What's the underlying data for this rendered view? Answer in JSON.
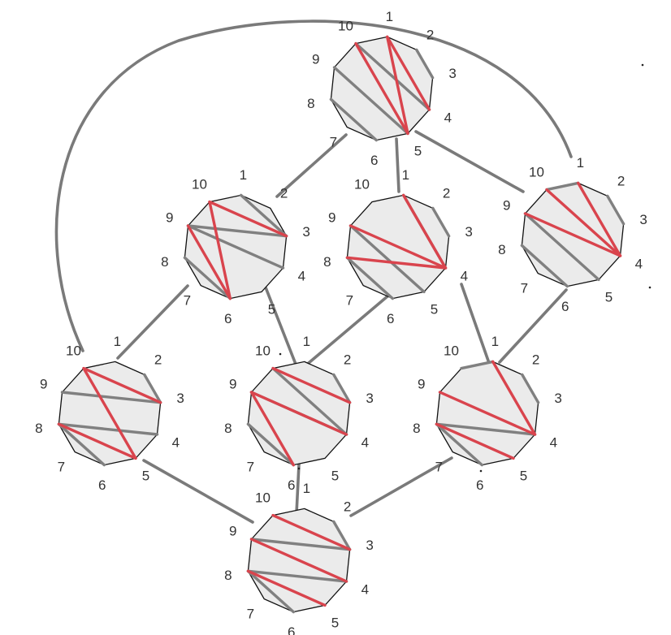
{
  "vertex_labels": [
    "1",
    "2",
    "3",
    "4",
    "5",
    "6",
    "7",
    "8",
    "9",
    "10"
  ],
  "colors": {
    "diagonal_gray": "#808080",
    "diagonal_red": "#d9444d",
    "connector": "#7a7a7a",
    "polygon_fill": "#ebebeb"
  },
  "triangulations": [
    {
      "id": "A",
      "gray": [
        [
          2,
          3
        ],
        [
          4,
          10
        ],
        [
          5,
          9
        ],
        [
          6,
          8
        ]
      ],
      "red": [
        [
          1,
          4
        ],
        [
          1,
          5
        ],
        [
          5,
          10
        ]
      ]
    },
    {
      "id": "B",
      "gray": [
        [
          1,
          3
        ],
        [
          3,
          9
        ],
        [
          4,
          9
        ],
        [
          6,
          8
        ]
      ],
      "red": [
        [
          3,
          10
        ],
        [
          6,
          10
        ],
        [
          6,
          9
        ]
      ]
    },
    {
      "id": "C",
      "gray": [
        [
          2,
          3
        ],
        [
          1,
          4
        ],
        [
          5,
          9
        ],
        [
          6,
          8
        ]
      ],
      "red": [
        [
          1,
          4
        ],
        [
          4,
          9
        ],
        [
          4,
          8
        ]
      ]
    },
    {
      "id": "D",
      "gray": [
        [
          2,
          3
        ],
        [
          1,
          10
        ],
        [
          5,
          9
        ],
        [
          6,
          8
        ]
      ],
      "red": [
        [
          1,
          4
        ],
        [
          4,
          10
        ],
        [
          4,
          9
        ]
      ]
    },
    {
      "id": "E",
      "gray": [
        [
          2,
          3
        ],
        [
          3,
          9
        ],
        [
          4,
          8
        ],
        [
          6,
          8
        ]
      ],
      "red": [
        [
          3,
          10
        ],
        [
          5,
          10
        ],
        [
          5,
          8
        ]
      ]
    },
    {
      "id": "F",
      "gray": [
        [
          2,
          3
        ],
        [
          4,
          10
        ],
        [
          4,
          9
        ],
        [
          6,
          8
        ]
      ],
      "red": [
        [
          3,
          10
        ],
        [
          4,
          9
        ],
        [
          6,
          9
        ]
      ]
    },
    {
      "id": "G",
      "gray": [
        [
          2,
          3
        ],
        [
          1,
          10
        ],
        [
          4,
          8
        ],
        [
          6,
          8
        ]
      ],
      "red": [
        [
          1,
          4
        ],
        [
          4,
          9
        ],
        [
          5,
          8
        ]
      ]
    },
    {
      "id": "H",
      "gray": [
        [
          2,
          3
        ],
        [
          3,
          9
        ],
        [
          4,
          8
        ],
        [
          6,
          8
        ]
      ],
      "red": [
        [
          3,
          10
        ],
        [
          4,
          9
        ],
        [
          5,
          8
        ]
      ]
    }
  ]
}
